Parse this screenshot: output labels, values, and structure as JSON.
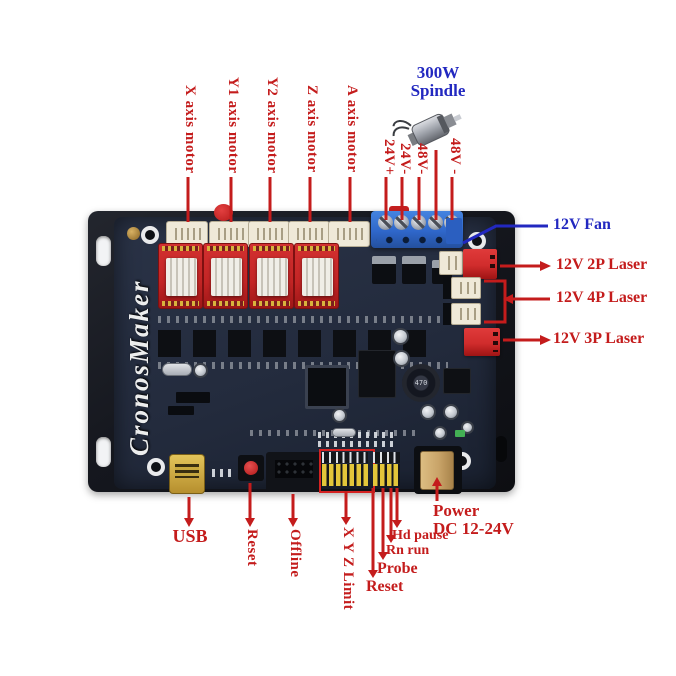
{
  "board": {
    "brand": "CronosMaker",
    "inductor_marking": "470"
  },
  "annotations": {
    "motors": [
      "X axis motor",
      "Y1 axis motor",
      "Y2 axis motor",
      "Z axis motor",
      "A axis motor"
    ],
    "spindle": {
      "line1": "300W",
      "line2": "Spindle"
    },
    "terminals": [
      "24V+",
      "24V-",
      "48V-",
      "48V -"
    ],
    "right": {
      "fan": "12V Fan",
      "laser_2p": "12V 2P Laser",
      "laser_4p": "12V 4P Laser",
      "laser_3p": "12V 3P Laser"
    },
    "bottom": {
      "usb": "USB",
      "reset": "Reset",
      "offline": "Offline",
      "limit": "X Y Z Limit",
      "reset2": "Reset",
      "probe": "Probe",
      "rn_run": "Rn run",
      "hd_pause": "Hd pause",
      "power_line1": "Power",
      "power_line2": "DC 12-24V"
    }
  },
  "colors": {
    "red": "#c41c1c",
    "blue": "#2228c0",
    "plate": "#15171e",
    "pcb": "#232b3d",
    "driver_red": "#c32525",
    "terminal_blue": "#2f67ca",
    "pin_yellow": "#e3c63a",
    "conn_red": "#d02c2c",
    "usb_gold": "#d4b045",
    "jack_tan": "#c9a469",
    "heatsink": "#e9e7e0",
    "white_conn": "#efe9d8"
  }
}
